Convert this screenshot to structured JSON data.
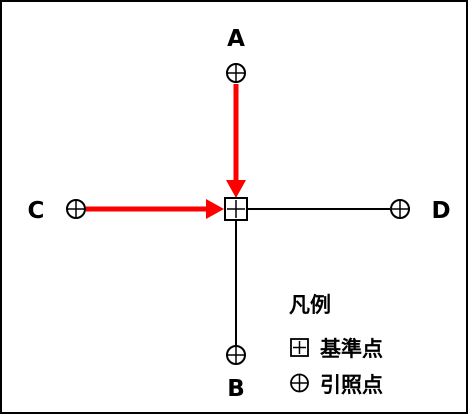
{
  "points": {
    "reference": {
      "id": "reference"
    },
    "A": {
      "label": "A"
    },
    "B": {
      "label": "B"
    },
    "C": {
      "label": "C"
    },
    "D": {
      "label": "D"
    }
  },
  "legend": {
    "title": "凡例",
    "items": [
      {
        "symbol": "reference-point",
        "label": "基準点"
      },
      {
        "symbol": "reference-target",
        "label": "引照点"
      }
    ]
  },
  "colors": {
    "line": "#000000",
    "arrow": "#ff0000",
    "background": "#ffffff"
  }
}
